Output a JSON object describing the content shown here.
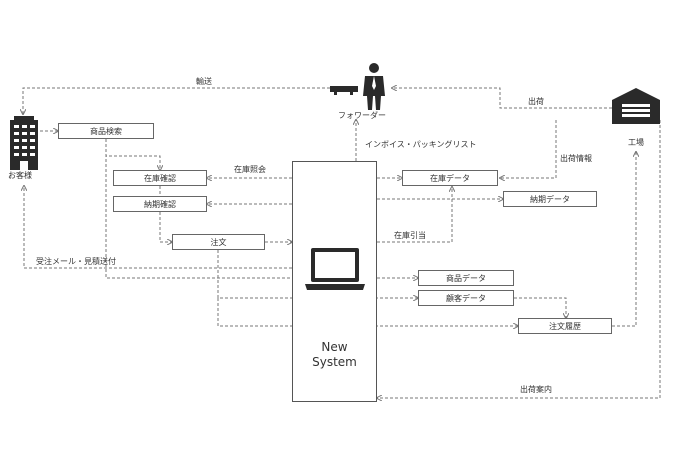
{
  "nodes": {
    "customer": "お客様",
    "forwarder": "フォワーダー",
    "factory": "工場",
    "system_line1": "New",
    "system_line2": "System",
    "product_search": "商品検索",
    "stock_check": "在庫確認",
    "delivery_check": "納期確認",
    "order": "注文",
    "stock_data": "在庫データ",
    "delivery_data": "納期データ",
    "product_data": "商品データ",
    "customer_data": "顧客データ",
    "order_history": "注文履歴"
  },
  "edges": {
    "transport": "輸送",
    "shipment": "出荷",
    "invoice_packing_list": "インボイス・パッキングリスト",
    "shipment_info": "出荷情報",
    "stock_inquiry": "在庫照会",
    "stock_allocation": "在庫引当",
    "order_mail": "受注メール・見積送付",
    "shipment_notice": "出荷案内"
  },
  "colors": {
    "line": "#777777",
    "box_border": "#666666",
    "text": "#333333",
    "icon": "#2a2a2a"
  },
  "icons": [
    "building-icon",
    "forwarder-person-icon",
    "factory-icon",
    "laptop-icon"
  ]
}
